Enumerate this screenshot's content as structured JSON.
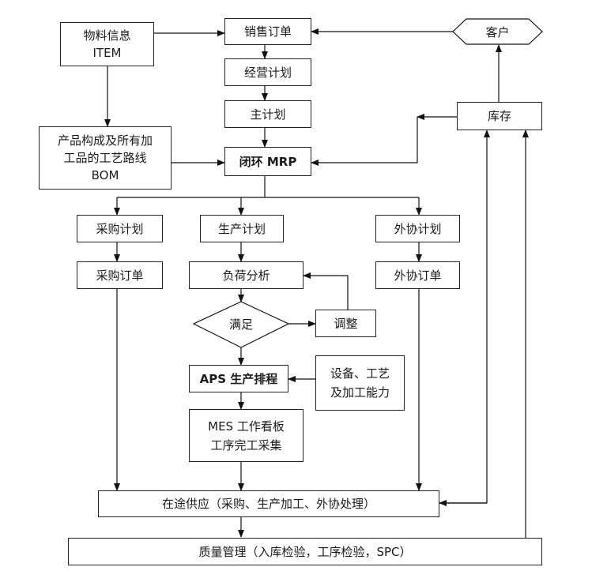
{
  "nodes": {
    "item": {
      "line1": "物料信息",
      "line2": "ITEM"
    },
    "sales_order": "销售订单",
    "customer": "客户",
    "business_plan": "经营计划",
    "master_plan": "主计划",
    "inventory": "库存",
    "bom": {
      "line1": "产品构成及所有加",
      "line2": "工品的工艺路线",
      "line3": "BOM"
    },
    "mrp": "闭环 MRP",
    "purchase_plan": "采购计划",
    "production_plan": "生产计划",
    "outsource_plan": "外协计划",
    "purchase_order": "采购订单",
    "load_analysis": "负荷分析",
    "outsource_order": "外协订单",
    "satisfy": "满足",
    "adjust": "调整",
    "aps": "APS 生产排程",
    "capability": {
      "line1": "设备、工艺",
      "line2": "及加工能力"
    },
    "mes": {
      "line1": "MES 工作看板",
      "line2": "工序完工采集"
    },
    "in_transit": "在途供应（采购、生产加工、外协处理）",
    "quality": "质量管理（入库检验，工序检验，SPC）"
  }
}
